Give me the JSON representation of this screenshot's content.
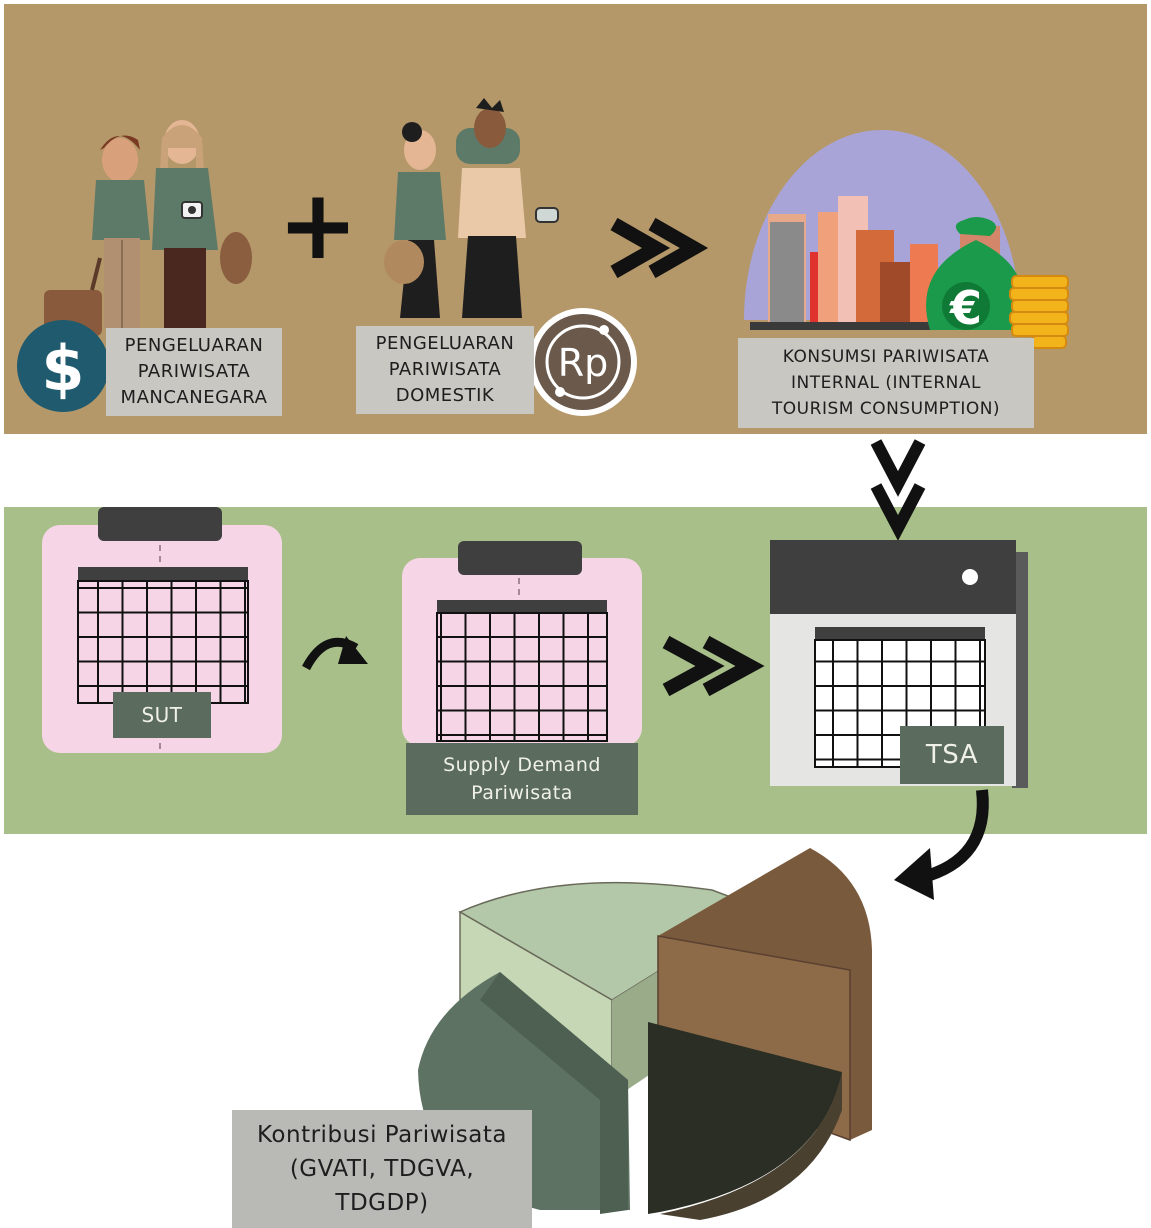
{
  "top": {
    "foreign_label": "PENGELUARAN\nPARIWISATA\nMANCANEGARA",
    "domestic_label": "PENGELUARAN\nPARIWISATA\nDOMESTIK",
    "consumption_label": "KONSUMSI PARIWISATA\nINTERNAL (INTERNAL\nTOURISM CONSUMPTION)",
    "dollar_symbol": "$",
    "rupiah_symbol": "Rp",
    "euro_symbol": "€",
    "plus_symbol": "+"
  },
  "middle": {
    "sut_label": "SUT",
    "supply_demand_label": "Supply Demand\nPariwisata",
    "tsa_label": "TSA"
  },
  "bottom": {
    "contribution_label": "Kontribusi Pariwisata\n(GVATI, TDGVA,\nTDGDP)"
  },
  "colors": {
    "top_band": "#b4986a",
    "middle_band": "#a8bf8a",
    "label_grey": "#c9c7c2",
    "label_dark": "#5b6b5e",
    "table_pink": "#f6d6e6",
    "dollar_badge": "#1f5a6e",
    "rupiah_badge": "#6b5a4c"
  }
}
